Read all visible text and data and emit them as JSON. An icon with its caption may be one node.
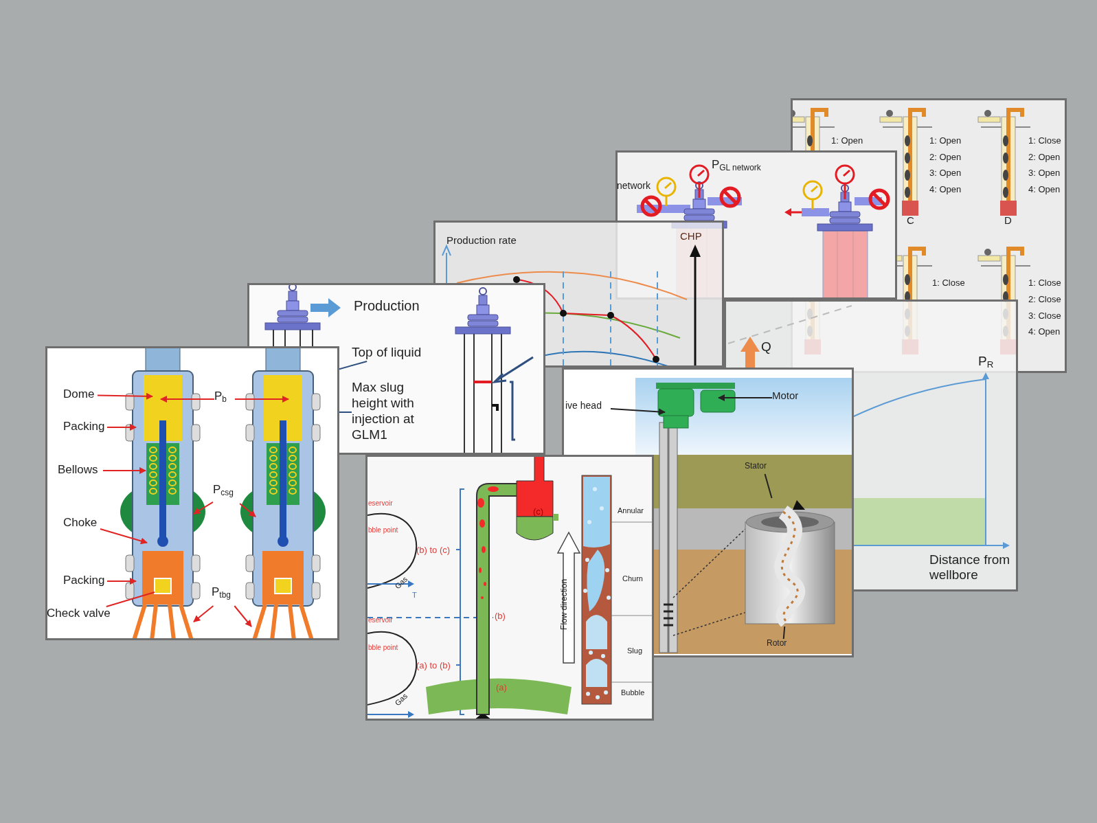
{
  "diagram": {
    "nodes": [
      {
        "text": [
          "Dome"
        ]
      },
      {
        "text": [
          "P$_{b}$"
        ]
      },
      {
        "text": [
          "Packing"
        ]
      },
      {
        "text": [
          "Bellows"
        ]
      },
      {
        "text": [
          "P$_{csg}$"
        ]
      },
      {
        "text": [
          "Choke"
        ]
      },
      {
        "text": [
          "Packing"
        ]
      },
      {
        "text": [
          "P$_{tbg}$"
        ]
      },
      {
        "text": [
          "Check valve"
        ]
      },
      {
        "text": [
          "Top of liquid"
        ]
      },
      {
        "text": [
          "Max slug height with injection at GLM1"
        ]
      },
      {
        "text": [
          "ive head"
        ]
      },
      {
        "text": [
          "Motor"
        ]
      },
      {
        "text": [
          "Stator"
        ]
      },
      {
        "text": [],
        "shape": "picture"
      },
      {
        "text": [
          "Rotor"
        ]
      }
    ],
    "edges": [
      {
        "from": 0,
        "to": null,
        "arrow": "to"
      },
      {
        "from": 1,
        "to": null,
        "arrow": "to"
      },
      {
        "from": 1,
        "to": null,
        "arrow": "to"
      },
      {
        "from": 2,
        "to": null,
        "arrow": "to"
      },
      {
        "from": 3,
        "to": null,
        "arrow": "to"
      },
      {
        "from": 4,
        "to": null,
        "arrow": "to"
      },
      {
        "from": 4,
        "to": null,
        "arrow": "to"
      },
      {
        "from": 5,
        "to": null,
        "arrow": "to"
      },
      {
        "from": 6,
        "to": null,
        "arrow": "to"
      },
      {
        "from": 7,
        "to": null,
        "arrow": "to"
      },
      {
        "from": 7,
        "to": null,
        "arrow": "to"
      },
      {
        "from": 8,
        "to": null,
        "arrow": "none"
      },
      {
        "from": 9,
        "to": null,
        "arrow": "none",
        "color": "#2f4f7f"
      },
      {
        "from": 10,
        "to": null,
        "arrow": "none",
        "color": "#2f4f7f"
      },
      {
        "from": 11,
        "to": null,
        "arrow": "to",
        "color": "#222222"
      },
      {
        "from": 12,
        "to": null,
        "arrow": "to",
        "color": "#222222"
      },
      {
        "from": 13,
        "to": 14,
        "arrow": "none",
        "color": "#222222"
      },
      {
        "from": 15,
        "to": 14,
        "arrow": "none",
        "color": "#222222"
      }
    ],
    "labels": [
      "1: Open",
      "1: Open",
      "2: Open",
      "3: Open",
      "4: Open",
      "C",
      "1: Close",
      "2: Open",
      "3: Open",
      "4: Open",
      "D",
      "1: Close",
      "1: Close",
      "2: Close",
      "3: Close",
      "4: Open",
      "network",
      "P$_{GL network}$",
      "CHP",
      "Production rate",
      "Production",
      "Q",
      "P$_{R}$",
      "Distance from wellbore",
      "(c)",
      "eservoir",
      "Annular",
      "bble point",
      "(b) to (c)",
      "Churn",
      "Gas",
      "T",
      "(b)",
      "eservoir",
      "Flow direction",
      "bble point",
      "Slug",
      "(a) to (b)",
      "(a)",
      "Bubble",
      "Gas"
    ]
  }
}
